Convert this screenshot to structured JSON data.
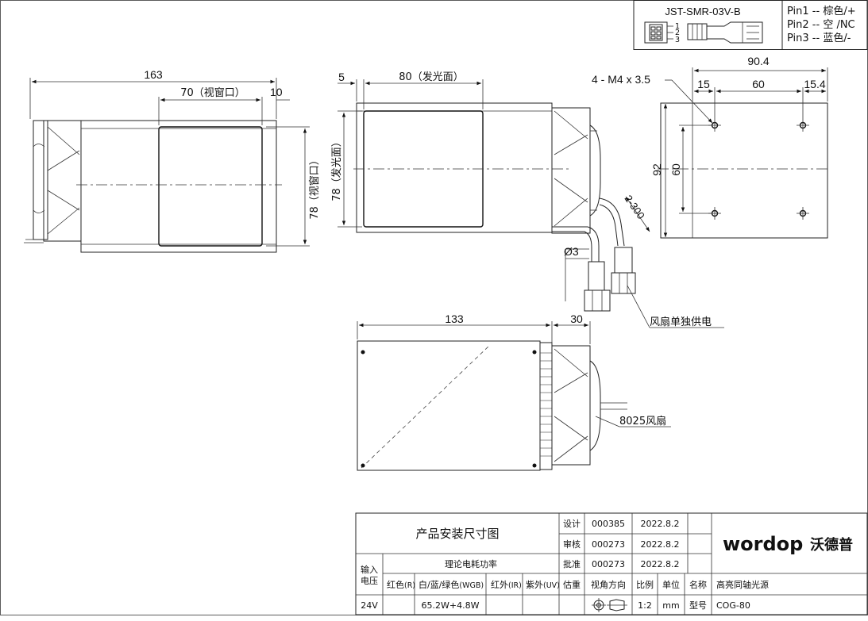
{
  "connector": {
    "model": "JST-SMR-03V-B",
    "pins": [
      "Pin1 -- 棕色/+",
      "Pin2 -- 空  /NC",
      "Pin3 -- 蓝色/-"
    ],
    "pin_numbers": [
      "1",
      "2",
      "3"
    ]
  },
  "dimensions": {
    "side_total": "163",
    "side_window": "70（视窗口）",
    "side_offset": "10",
    "side_height": "78（视窗口）",
    "front_offset": "5",
    "front_emit_width": "80（发光面）",
    "front_emit_height": "78（发光面）",
    "mount_holes": "4 - M4 x 3.5",
    "cable_length": "2-300",
    "cable_dia": "Ø3",
    "right_total": "90.4",
    "right_left": "15",
    "right_mid": "60",
    "right_right": "15.4",
    "right_height": "92",
    "right_hole_pitch": "60",
    "bottom_body": "133",
    "bottom_fan": "30"
  },
  "labels": {
    "fan_power": "风扇单独供电",
    "fan_model": "8025风扇"
  },
  "title_block": {
    "drawing_title": "产品安装尺寸图",
    "design_label": "设计",
    "design_id": "000385",
    "design_date": "2022.8.2",
    "review_label": "审核",
    "review_id": "000273",
    "review_date": "2022.8.2",
    "approve_label": "批准",
    "approve_id": "000273",
    "approve_date": "2022.8.2",
    "voltage_label_1": "输入",
    "voltage_label_2": "电压",
    "power_header": "理论电耗功率",
    "col_red": "红色",
    "col_red_sub": "(R)",
    "col_wgb": "白/蓝/绿色",
    "col_wgb_sub": "(WGB)",
    "col_ir": "红外",
    "col_ir_sub": "(IR)",
    "col_uv": "紫外",
    "col_uv_sub": "(UV)",
    "weight_label": "估重",
    "view_label": "视角方向",
    "scale_label": "比例",
    "unit_label": "单位",
    "name_label": "名称",
    "name_value": "高亮同轴光源",
    "voltage_value": "24V",
    "power_value": "65.2W+4.8W",
    "scale_value": "1:2",
    "unit_value": "mm",
    "model_label": "型号",
    "model_value": "COG-80",
    "brand": "wordop",
    "brand_cn": "沃德普"
  }
}
